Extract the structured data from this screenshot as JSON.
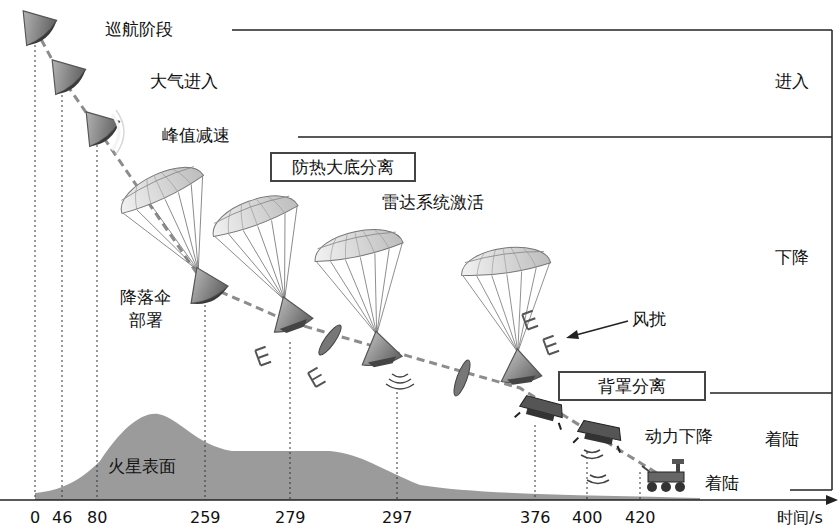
{
  "diagram": {
    "nodes": [
      {
        "text": [
          "防热大底分离"
        ]
      },
      {
        "text": [
          "背罩分离"
        ]
      }
    ],
    "labels": [
      "巡航阶段",
      "大气进入",
      "峰值减速",
      "雷达系统激活",
      "进入",
      "下降",
      "降落伞 部署",
      "风扰",
      "火星表面",
      "动力下降",
      "着陆",
      "着陆",
      "0",
      "46",
      "80",
      "259",
      "279",
      "297",
      "376",
      "400",
      "420",
      "时间/s"
    ]
  }
}
